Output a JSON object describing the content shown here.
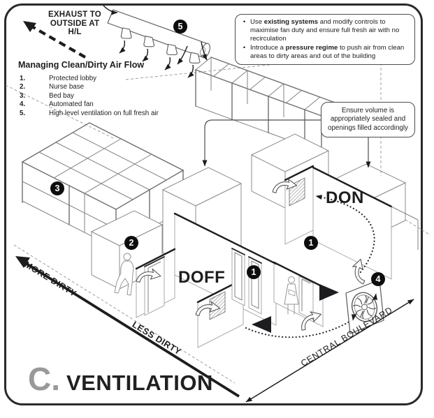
{
  "exhaust": {
    "line1": "EXHAUST TO",
    "line2": "OUTSIDE AT",
    "line3": "H/L"
  },
  "legend": {
    "heading": "Managing Clean/Dirty Air Flow",
    "items": [
      {
        "num": "1.",
        "label": "Protected lobby"
      },
      {
        "num": "2.",
        "label": "Nurse base"
      },
      {
        "num": "3.",
        "label": "Bed bay"
      },
      {
        "num": "4.",
        "label": "Automated fan"
      },
      {
        "num": "5.",
        "label": "High level ventilation on full fresh air"
      }
    ]
  },
  "callout_top": {
    "bullet_char": "•",
    "bullet1": {
      "pre": "Use ",
      "bold": "existing systems",
      "post": " and modify controls to maximise fan duty and ensure full fresh air with no recirculation"
    },
    "bullet2": {
      "pre": "Introduce a ",
      "bold": "pressure regime",
      "post": " to push air from clean areas to dirty areas and out of the building"
    }
  },
  "callout_seal": {
    "text": "Ensure volume is appropriately sealed and openings filled accordingly"
  },
  "rooms": {
    "don": "DON",
    "doff": "DOFF"
  },
  "axes": {
    "more_dirty": "MORE DIRTY",
    "less_dirty": "LESS DIRTY",
    "boulevard": "CENTRAL BOULEVARD"
  },
  "title": {
    "prefix": "C.",
    "text": "VENTILATION"
  },
  "badges": {
    "b1": "1",
    "b2": "2",
    "b3": "3",
    "b4": "4",
    "b5": "5"
  },
  "colors": {
    "ink": "#231f20",
    "title_prefix_gray": "#98999b",
    "structure_gray": "#6d6e71",
    "light_gray": "#a7a9ac"
  }
}
